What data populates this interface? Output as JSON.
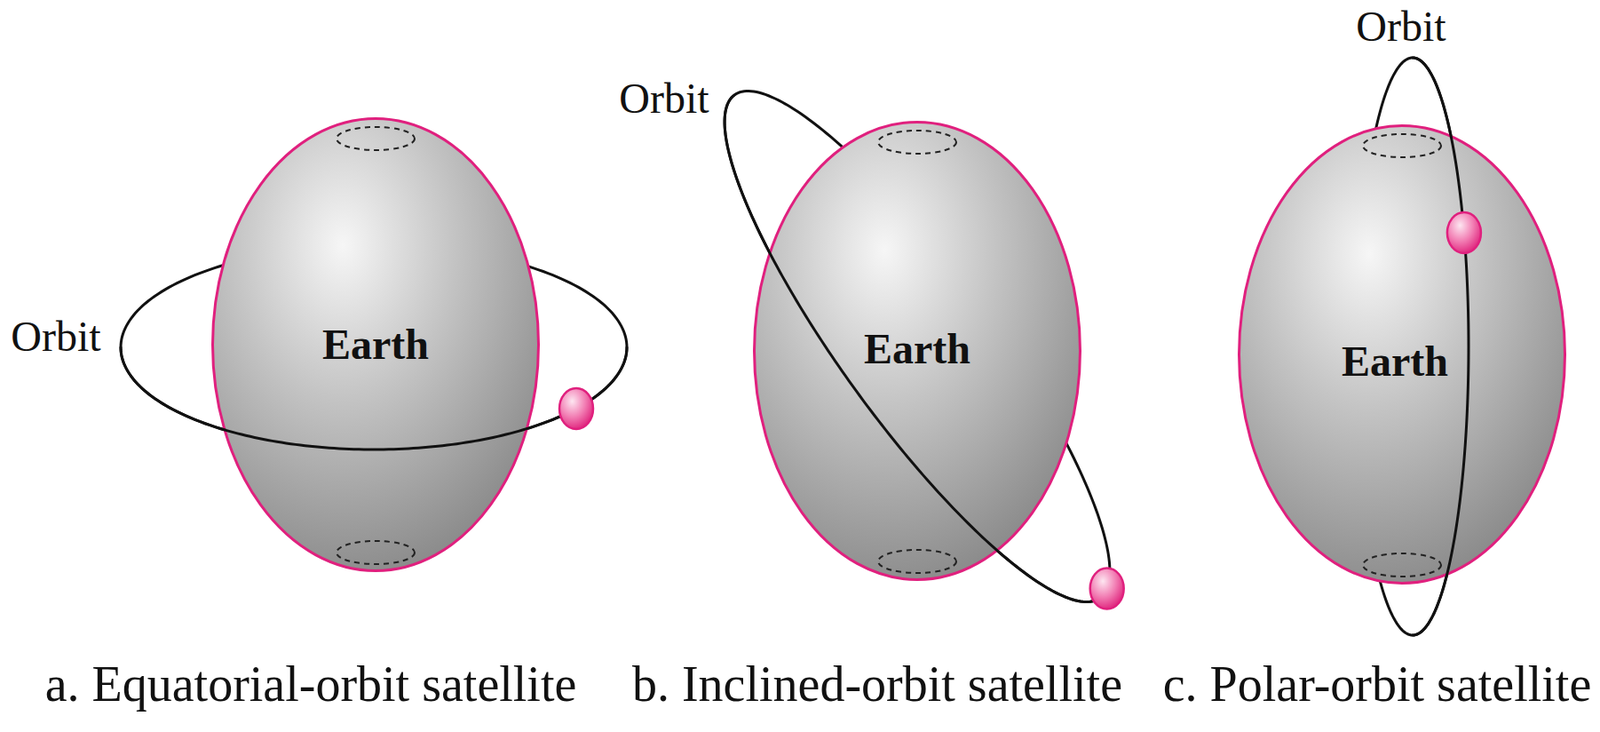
{
  "diagram": {
    "nodes": [
      {
        "text": [
          "Earth"
        ]
      },
      {
        "text": [
          "Earth"
        ]
      },
      {
        "text": [
          "Earth"
        ]
      }
    ],
    "labels": [
      "Orbit",
      "Orbit",
      "Orbit",
      "a. Equatorial-orbit satellite",
      "b. Inclined-orbit satellite",
      "c. Polar-orbit satellite"
    ]
  }
}
